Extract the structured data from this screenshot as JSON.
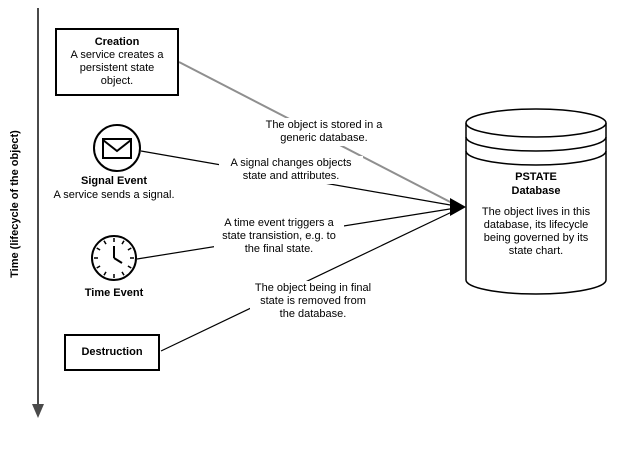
{
  "colors": {
    "line_black": "#000000",
    "creation_line_gray": "#8f8f8f",
    "time_axis_gray": "#4a4a4a"
  },
  "time_axis": {
    "label": "Time (lifecycle of the object)"
  },
  "creation": {
    "title": "Creation",
    "desc": "A service creates a persistent state object."
  },
  "signal_event": {
    "title": "Signal Event",
    "desc": "A service sends a signal."
  },
  "time_event": {
    "title": "Time Event"
  },
  "destruction": {
    "title": "Destruction"
  },
  "database": {
    "title_line1": "PSTATE",
    "title_line2": "Database",
    "desc": "The object lives in this database, its lifecycle being governed by its state chart."
  },
  "annotations": {
    "stored": "The object is stored in a generic database.",
    "signal_changes": "A signal changes objects state and attributes.",
    "time_transition": "A time event triggers a state transistion, e.g. to the final state.",
    "removed": "The object being in final state is removed from the database."
  }
}
